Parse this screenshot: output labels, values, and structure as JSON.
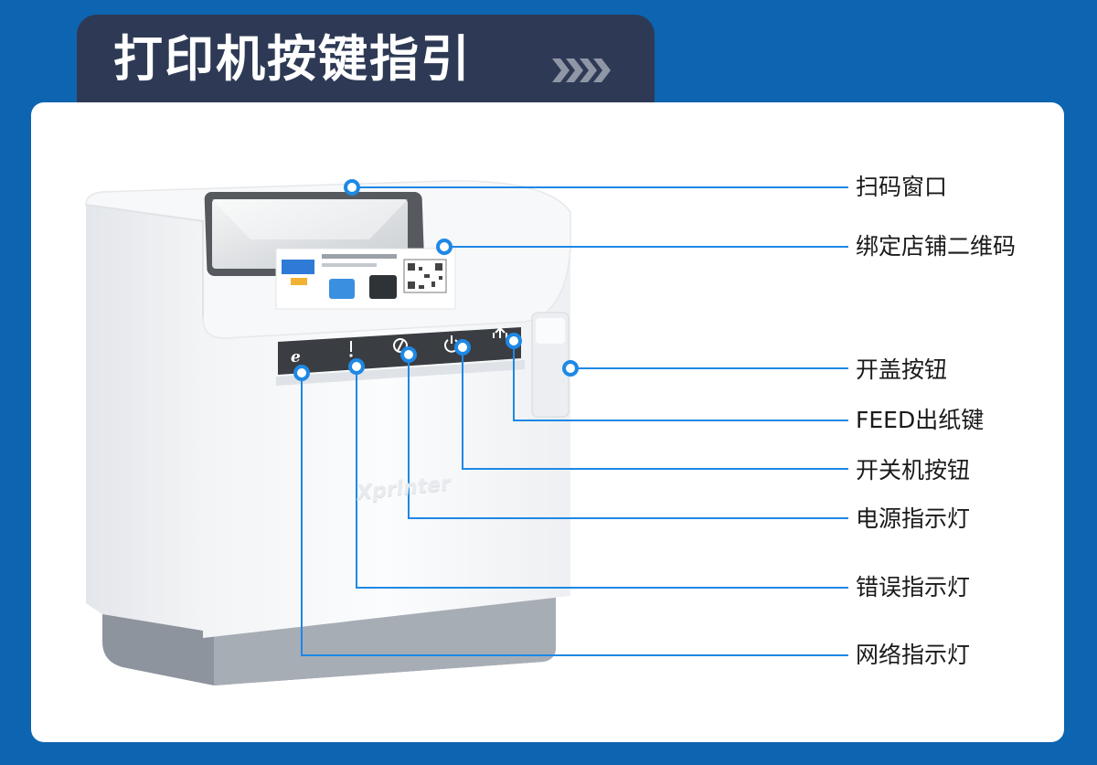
{
  "title": "打印机按键指引",
  "product_brand": "Xprinter",
  "colors": {
    "page_background": "#0d64b0",
    "title_tab": "#2e3a55",
    "callout_line": "#1e88e5",
    "card": "#ffffff"
  },
  "callouts": [
    {
      "id": "scan-window",
      "label": "扫码窗口"
    },
    {
      "id": "bind-shop-qr",
      "label": "绑定店铺二维码"
    },
    {
      "id": "open-cover-button",
      "label": "开盖按钮"
    },
    {
      "id": "feed-key",
      "label": "FEED出纸键"
    },
    {
      "id": "power-button",
      "label": "开关机按钮"
    },
    {
      "id": "power-indicator",
      "label": "电源指示灯"
    },
    {
      "id": "error-indicator",
      "label": "错误指示灯"
    },
    {
      "id": "network-indicator",
      "label": "网络指示灯"
    }
  ],
  "panel_icons": [
    "network-e-icon",
    "error-exclamation-icon",
    "power-indicator-icon",
    "power-button-icon",
    "feed-icon"
  ]
}
